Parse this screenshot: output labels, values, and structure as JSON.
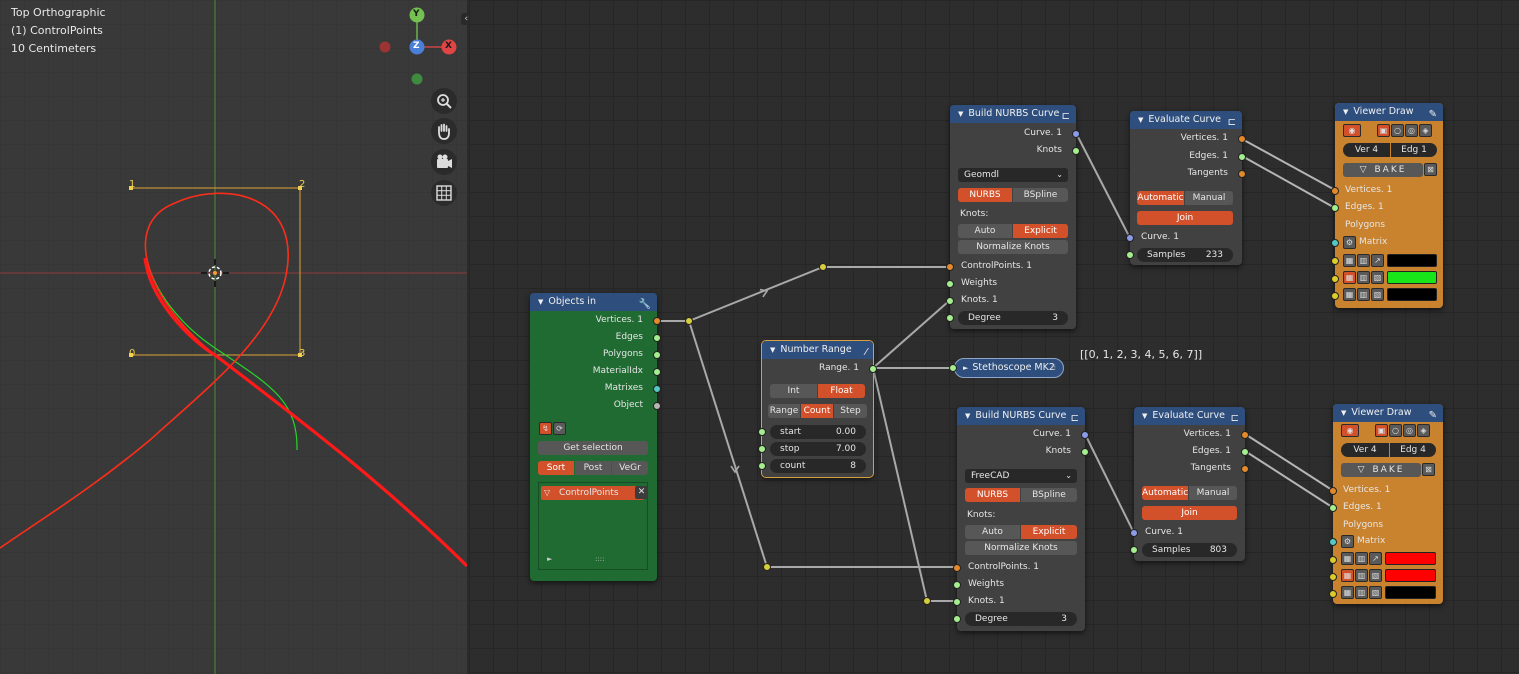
{
  "viewport": {
    "info_lines": [
      "Top Orthographic",
      "(1) ControlPoints",
      "10 Centimeters"
    ],
    "axes": {
      "y": "Y",
      "z": "Z",
      "x": "X"
    },
    "control_point_labels": [
      "1",
      "2",
      "0",
      "3"
    ],
    "tool_icons": [
      "zoom-icon",
      "hand-icon",
      "camera-icon",
      "grid-icon"
    ]
  },
  "editor": {
    "objects_in": {
      "title": "Objects in",
      "outputs": [
        "Vertices. 1",
        "Edges",
        "Polygons",
        "MaterialIdx",
        "Matrixes",
        "Object"
      ],
      "get_selection": "Get selection",
      "sort_buttons": [
        "Sort",
        "Post",
        "VeGr"
      ],
      "object_item": "ControlPoints"
    },
    "number_range": {
      "title": "Number Range",
      "output": "Range. 1",
      "modes": [
        "Int",
        "Float"
      ],
      "range_modes": [
        "Range",
        "Count",
        "Step"
      ],
      "fields": [
        {
          "label": "start",
          "value": "0.00"
        },
        {
          "label": "stop",
          "value": "7.00"
        },
        {
          "label": "count",
          "value": "8"
        }
      ]
    },
    "stethoscope": {
      "title": "Stethoscope MK2",
      "output_text": "[[0, 1, 2, 3, 4, 5, 6, 7]]"
    },
    "build_nurbs_1": {
      "title": "Build NURBS Curve",
      "outputs": [
        "Curve. 1",
        "Knots"
      ],
      "implementation": "Geomdl",
      "curve_types": [
        "NURBS",
        "BSpline"
      ],
      "knots_label": "Knots:",
      "knot_modes": [
        "Auto",
        "Explicit"
      ],
      "normalize": "Normalize Knots",
      "inputs": [
        "ControlPoints. 1",
        "Weights",
        "Knots. 1"
      ],
      "degree_label": "Degree",
      "degree_value": "3"
    },
    "build_nurbs_2": {
      "title": "Build NURBS Curve",
      "outputs": [
        "Curve. 1",
        "Knots"
      ],
      "implementation": "FreeCAD",
      "curve_types": [
        "NURBS",
        "BSpline"
      ],
      "knots_label": "Knots:",
      "knot_modes": [
        "Auto",
        "Explicit"
      ],
      "normalize": "Normalize Knots",
      "inputs": [
        "ControlPoints. 1",
        "Weights",
        "Knots. 1"
      ],
      "degree_label": "Degree",
      "degree_value": "3"
    },
    "evaluate_1": {
      "title": "Evaluate Curve",
      "outputs": [
        "Vertices. 1",
        "Edges. 1",
        "Tangents"
      ],
      "modes": [
        "Automatic",
        "Manual"
      ],
      "join": "Join",
      "input": "Curve. 1",
      "samples_label": "Samples",
      "samples_value": "233"
    },
    "evaluate_2": {
      "title": "Evaluate Curve",
      "outputs": [
        "Vertices. 1",
        "Edges. 1",
        "Tangents"
      ],
      "modes": [
        "Automatic",
        "Manual"
      ],
      "join": "Join",
      "input": "Curve. 1",
      "samples_label": "Samples",
      "samples_value": "803"
    },
    "viewer_1": {
      "title": "Viewer Draw",
      "ver": "Ver 4",
      "edg": "Edg 1",
      "bake": "BAKE",
      "inputs": [
        "Vertices. 1",
        "Edges. 1",
        "Polygons",
        "Matrix"
      ],
      "colors": [
        "#000000",
        "#19e619",
        "#000000"
      ]
    },
    "viewer_2": {
      "title": "Viewer Draw",
      "ver": "Ver 4",
      "edg": "Edg 4",
      "bake": "BAKE",
      "inputs": [
        "Vertices. 1",
        "Edges. 1",
        "Polygons",
        "Matrix"
      ],
      "colors": [
        "#ff0000",
        "#ff0000",
        "#000000"
      ]
    }
  }
}
